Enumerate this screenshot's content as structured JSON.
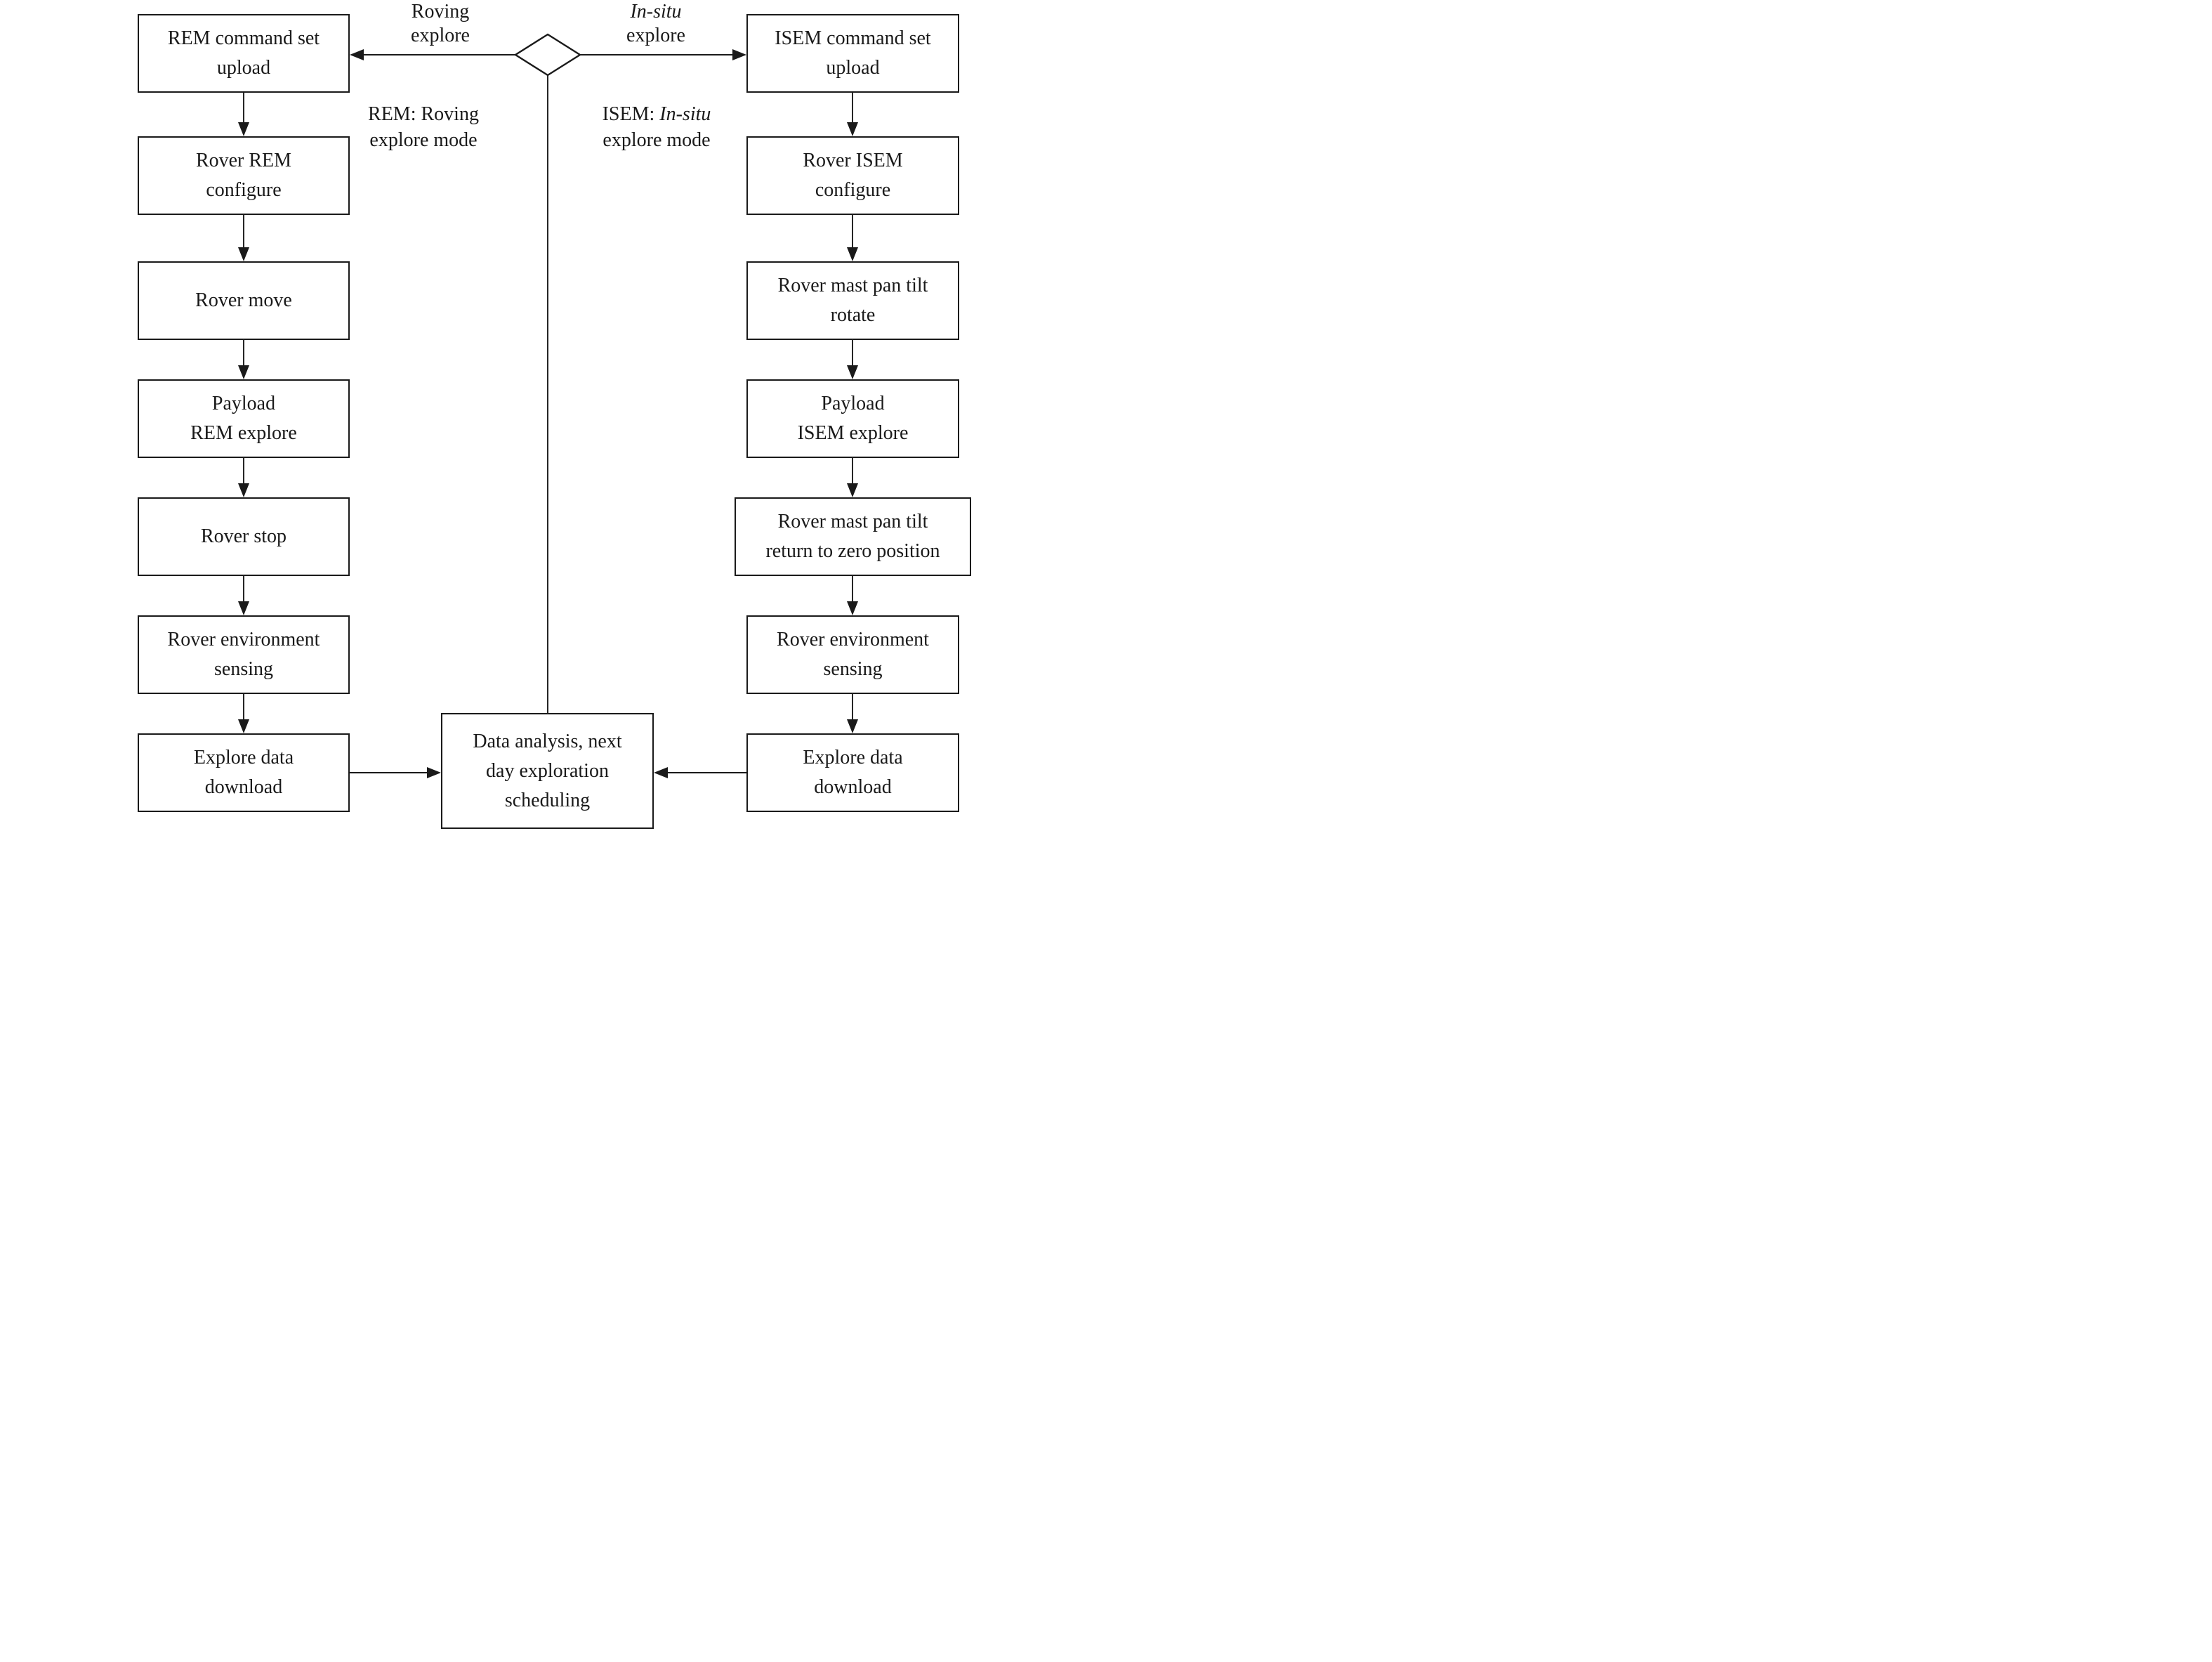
{
  "figure": {
    "colors": {
      "ink": "#1a1a1a",
      "background": "#ffffff"
    },
    "decision": {
      "left_branch_label": {
        "line1": "Roving",
        "line2": "explore"
      },
      "right_branch_label": {
        "line1": "In-situ",
        "line2": "explore"
      }
    },
    "legend": {
      "rem": {
        "line1": "REM: Roving",
        "line2": "explore mode"
      },
      "isem": {
        "prefix": "ISEM: ",
        "term": "In-situ",
        "line2": "explore mode"
      }
    },
    "left_column": {
      "boxes": [
        {
          "lines": [
            "REM command set",
            "upload"
          ]
        },
        {
          "lines": [
            "Rover REM",
            "configure"
          ]
        },
        {
          "lines": [
            "Rover move"
          ]
        },
        {
          "lines": [
            "Payload",
            "REM explore"
          ]
        },
        {
          "lines": [
            "Rover stop"
          ]
        },
        {
          "lines": [
            "Rover environment",
            "sensing"
          ]
        },
        {
          "lines": [
            "Explore data",
            "download"
          ]
        }
      ]
    },
    "right_column": {
      "boxes": [
        {
          "lines": [
            "ISEM command set",
            "upload"
          ]
        },
        {
          "lines": [
            "Rover ISEM",
            "configure"
          ]
        },
        {
          "lines": [
            "Rover mast pan tilt",
            "rotate"
          ]
        },
        {
          "lines": [
            "Payload",
            "ISEM explore"
          ]
        },
        {
          "lines": [
            "Rover mast pan tilt",
            "return to zero position"
          ]
        },
        {
          "lines": [
            "Rover environment",
            "sensing"
          ]
        },
        {
          "lines": [
            "Explore data",
            "download"
          ]
        }
      ]
    },
    "center_box": {
      "lines": [
        "Data analysis, next",
        "day exploration",
        "scheduling"
      ]
    }
  }
}
